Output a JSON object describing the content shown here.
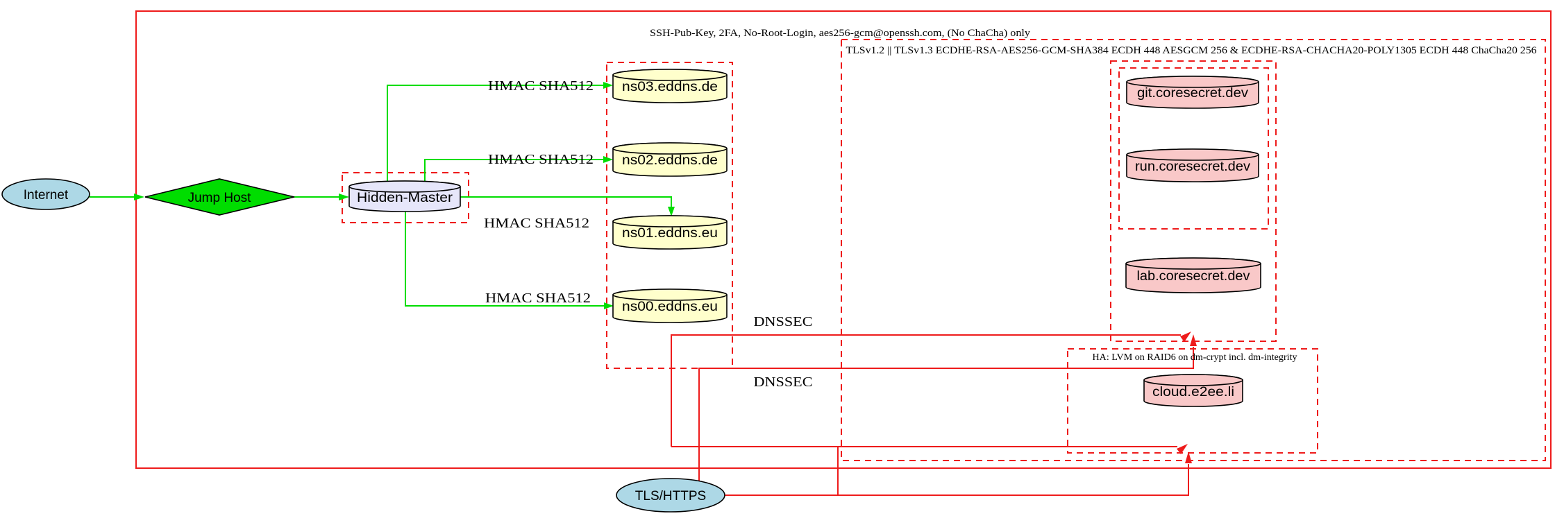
{
  "diagram": {
    "clusters": {
      "ssh": {
        "label": "SSH-Pub-Key, 2FA, No-Root-Login, aes256-gcm@openssh.com, (No ChaCha) only"
      },
      "tls": {
        "label": "TLSv1.2 || TLSv1.3 ECDHE-RSA-AES256-GCM-SHA384 ECDH 448 AESGCM 256 & ECDHE-RSA-CHACHA20-POLY1305 ECDH 448 ChaCha20 256"
      },
      "ha": {
        "label": "HA: LVM on RAID6 on dm-crypt incl. dm-integrity"
      }
    },
    "nodes": {
      "internet": {
        "label": "Internet"
      },
      "jump_host": {
        "label": "Jump Host"
      },
      "hidden_master": {
        "label": "Hidden-Master"
      },
      "ns03": {
        "label": "ns03.eddns.de"
      },
      "ns02": {
        "label": "ns02.eddns.de"
      },
      "ns01": {
        "label": "ns01.eddns.eu"
      },
      "ns00": {
        "label": "ns00.eddns.eu"
      },
      "git": {
        "label": "git.coresecret.dev"
      },
      "run": {
        "label": "run.coresecret.dev"
      },
      "lab": {
        "label": "lab.coresecret.dev"
      },
      "cloud": {
        "label": "cloud.e2ee.li"
      },
      "tls_https": {
        "label": "TLS/HTTPS"
      }
    },
    "edge_labels": {
      "hmac": "HMAC SHA512",
      "dnssec": "DNSSEC"
    },
    "colors": {
      "red": "#ee1b1b",
      "green": "#00dd00",
      "blue": "#add8e6",
      "lavender": "#e6e6fa",
      "yellow": "#ffffcc",
      "pink": "#f9c8c8",
      "black": "#000000"
    }
  }
}
